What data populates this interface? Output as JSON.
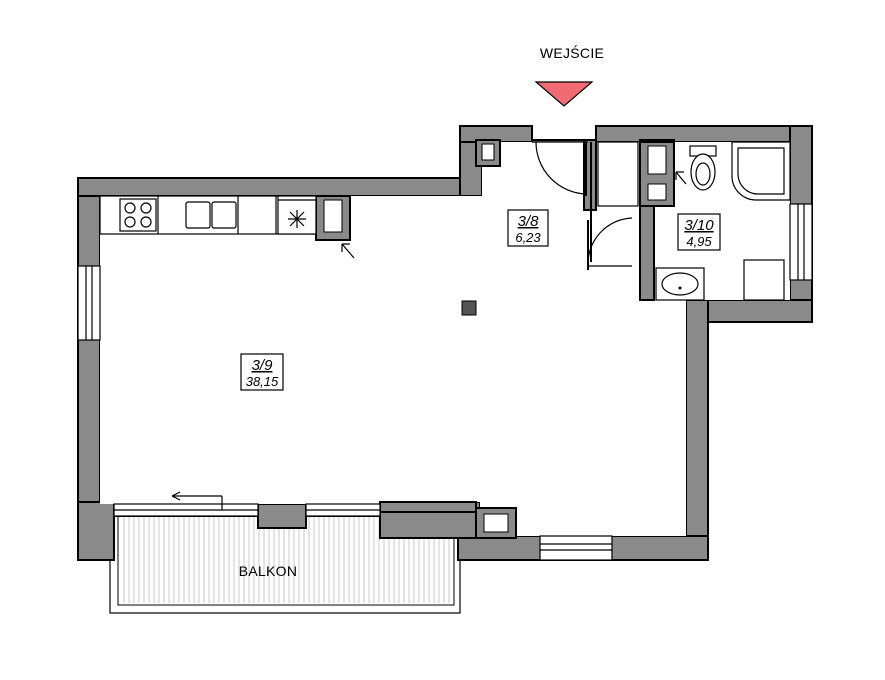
{
  "entrance": {
    "label": "WEJŚCIE",
    "marker_color": "#f06c72"
  },
  "rooms": [
    {
      "id": "living",
      "code": "3/9",
      "area": "38,15"
    },
    {
      "id": "hall",
      "code": "3/8",
      "area": "6,23"
    },
    {
      "id": "bath",
      "code": "3/10",
      "area": "4,95"
    }
  ],
  "balcony": {
    "label": "BALKON"
  },
  "colors": {
    "wall": "#8a8a8a",
    "outline": "#000000",
    "column": "#555555"
  }
}
